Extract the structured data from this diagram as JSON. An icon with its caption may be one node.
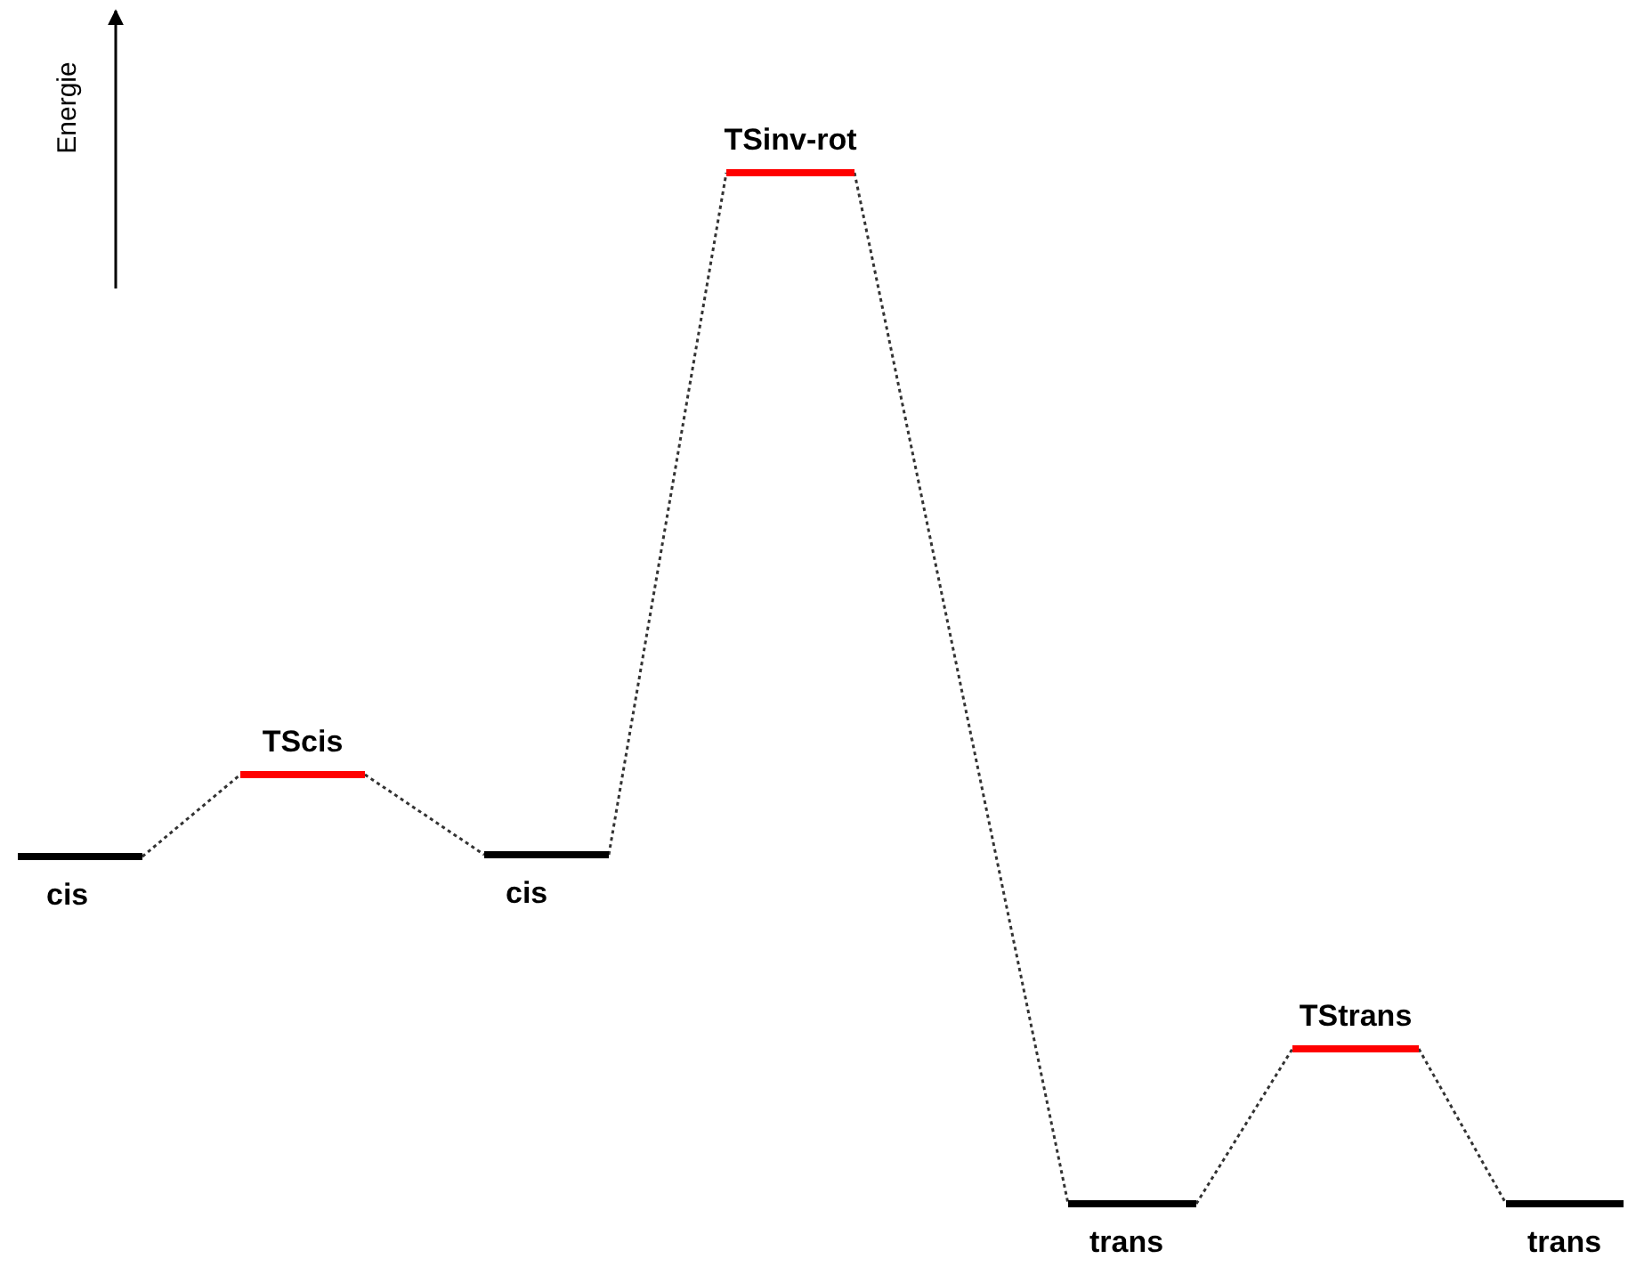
{
  "diagram": {
    "nodes": [
      {
        "text": [
          "cis"
        ]
      },
      {
        "text": [
          "TScis"
        ]
      },
      {
        "text": [
          "cis"
        ]
      },
      {
        "text": [
          "TSinv-rot"
        ]
      },
      {
        "text": [
          "trans"
        ]
      },
      {
        "text": [
          "TStrans"
        ]
      },
      {
        "text": [
          "trans"
        ]
      }
    ],
    "edges": [
      {
        "from": 0,
        "to": 1,
        "arrow": "none"
      },
      {
        "from": 1,
        "to": 2,
        "arrow": "none"
      },
      {
        "from": 2,
        "to": 3,
        "arrow": "none"
      },
      {
        "from": 3,
        "to": 4,
        "arrow": "none"
      },
      {
        "from": 4,
        "to": 5,
        "arrow": "none"
      },
      {
        "from": 5,
        "to": 6,
        "arrow": "none"
      }
    ],
    "labels": [
      "Energie"
    ]
  }
}
